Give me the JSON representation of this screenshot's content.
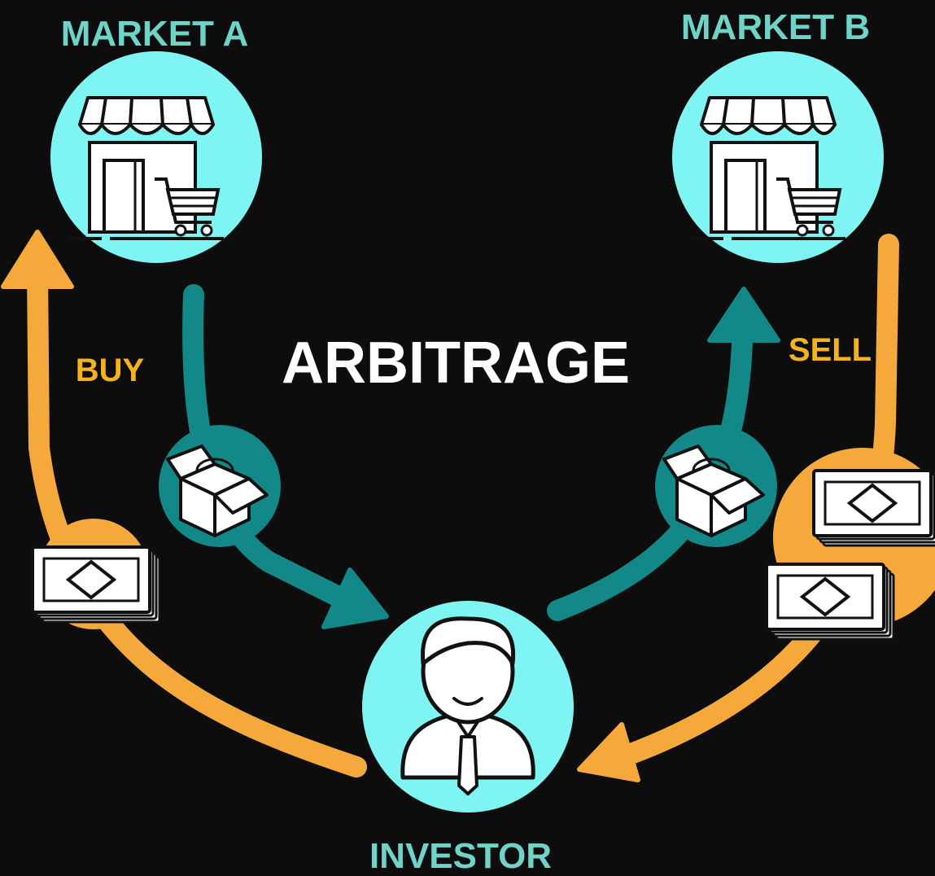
{
  "diagram": {
    "title": "ARBITRAGE",
    "nodes": {
      "market_a": "MARKET A",
      "market_b": "MARKET B",
      "investor": "INVESTOR"
    },
    "flows": {
      "buy": "BUY",
      "sell": "SELL"
    }
  },
  "colors": {
    "background": "#0d0d0d",
    "node_circle": "#7ef5f2",
    "node_label": "#6fd3c8",
    "money_flow": "#f5a93a",
    "goods_flow": "#128888",
    "flow_label": "#f5b21c",
    "title": "#ffffff"
  },
  "icons": {
    "market": "shop-with-cart-icon",
    "investor": "businessman-icon",
    "goods": "open-box-icon",
    "money": "banknote-stack-icon"
  }
}
